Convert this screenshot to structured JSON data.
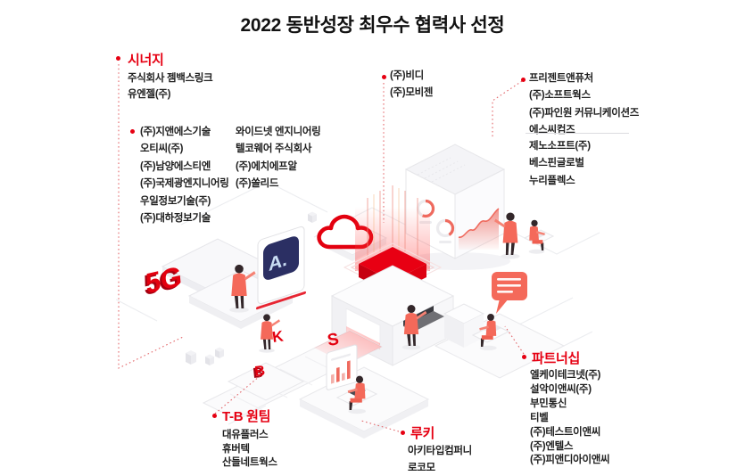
{
  "title": "2022 동반성장 최우수 협력사 선정",
  "synergy": {
    "label": "시너지",
    "companies": [
      "주식회사 젬백스링크",
      "유엔젤(주)"
    ]
  },
  "colA": {
    "companies": [
      "(주)지앤에스기술",
      "오티씨(주)",
      "(주)남양에스티엔",
      "(주)국제광엔지니어링",
      "우일정보기술(주)",
      "(주)대하정보기술"
    ]
  },
  "colB": {
    "companies": [
      "와이드넷 엔지니어링",
      "텔코웨어 주식회사",
      "(주)에치에프알",
      "(주)쏠리드"
    ]
  },
  "centerTop": {
    "companies": [
      "(주)비디",
      "(주)모비젠"
    ]
  },
  "future": {
    "companies": [
      "프리젠트앤퓨처",
      "(주)소프트웍스",
      "(주)파인원 커뮤니케이션즈",
      "에스씨컴즈"
    ]
  },
  "rightMid": {
    "companies": [
      "제노소프트(주)",
      "베스핀글로벌",
      "누리플렉스"
    ]
  },
  "partnership": {
    "label": "파트너십",
    "companies": [
      "엘케이테크넷(주)",
      "설악이앤씨(주)",
      "부민통신",
      "티벨",
      "(주)테스트이앤씨",
      "(주)엔텔스",
      "(주)피앤디아이앤씨"
    ]
  },
  "tb": {
    "label": "T-B 원팀",
    "companies": [
      "대유플러스",
      "휴버텍",
      "산들네트웍스"
    ]
  },
  "rookie": {
    "label": "루키",
    "companies": [
      "아키타입컴퍼니",
      "로코모"
    ]
  },
  "illustration": {
    "five_g": "5G",
    "ai": "A.",
    "letters": [
      "K",
      "S",
      "B"
    ],
    "colors": {
      "accent": "#e60012",
      "coral": "#f4695a",
      "navy": "#2b2f63"
    }
  }
}
